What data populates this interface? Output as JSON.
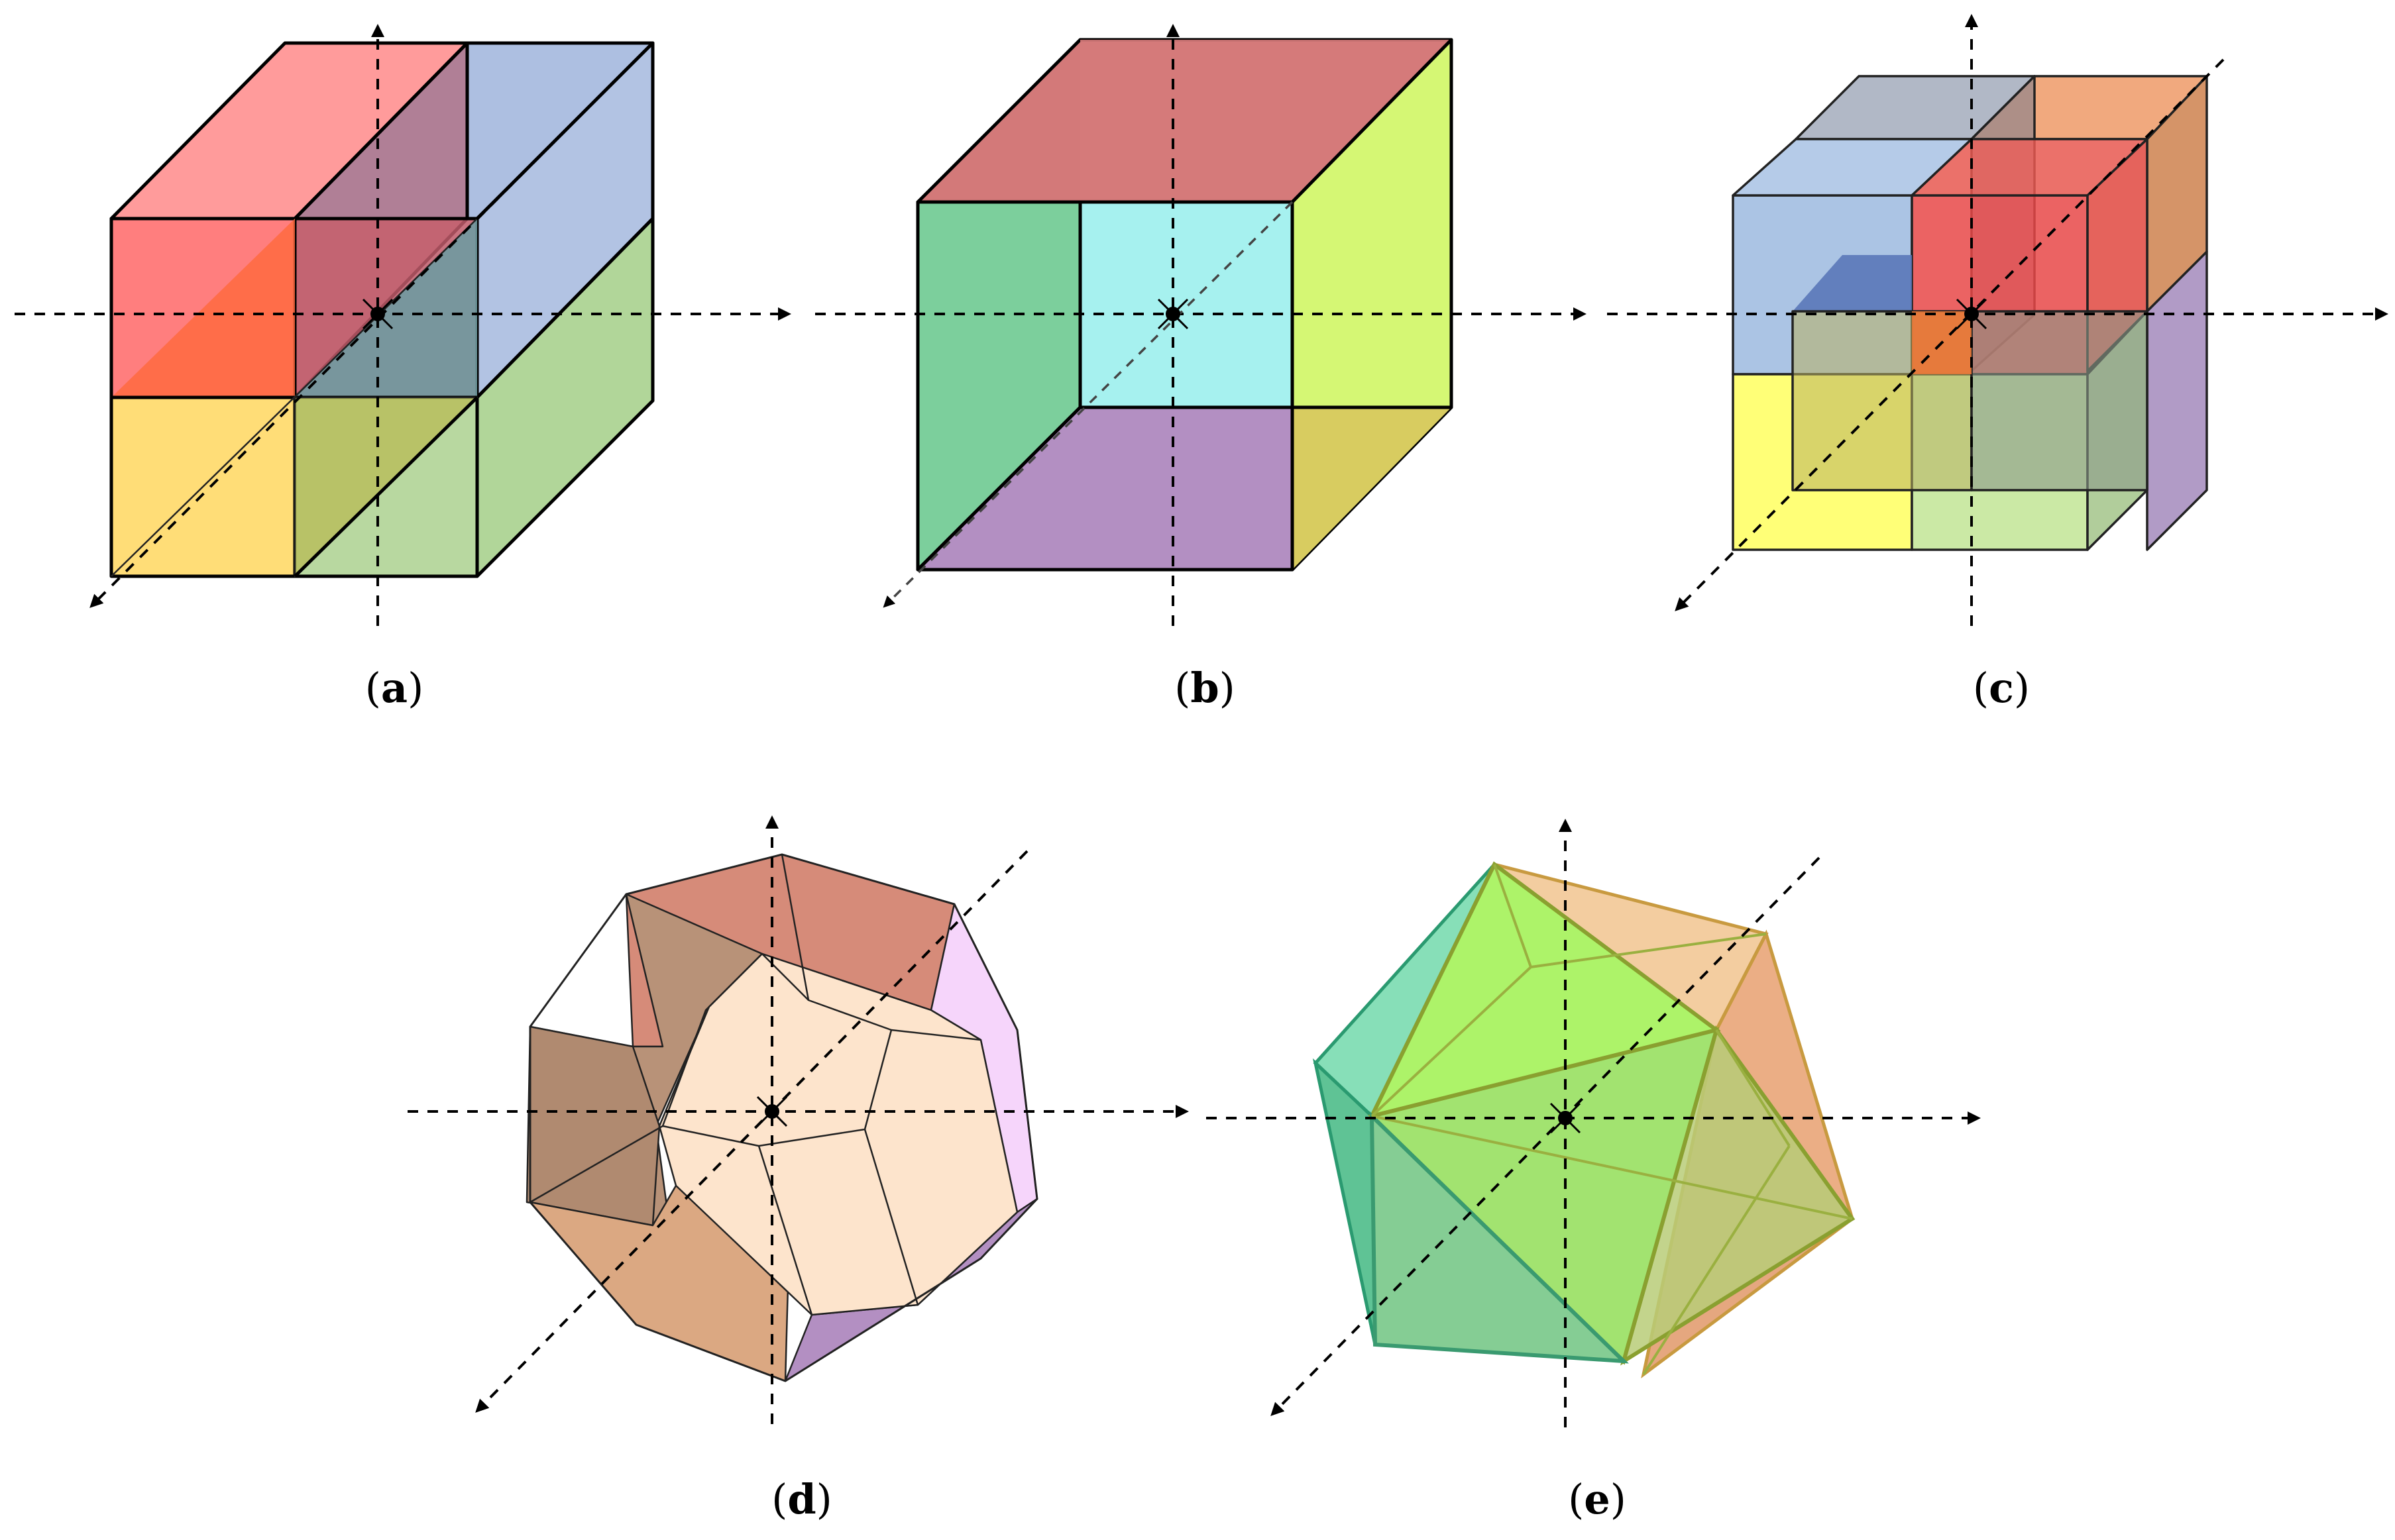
{
  "panels": [
    {
      "id": "a",
      "label": "a",
      "open": "(",
      "close": ")"
    },
    {
      "id": "b",
      "label": "b",
      "open": "(",
      "close": ")"
    },
    {
      "id": "c",
      "label": "c",
      "open": "(",
      "close": ")"
    },
    {
      "id": "d",
      "label": "d",
      "open": "(",
      "close": ")"
    },
    {
      "id": "e",
      "label": "e",
      "open": "(",
      "close": ")"
    }
  ],
  "colors": {
    "red": "#ff8a8a",
    "blue": "#9fb4dc",
    "yellow": "#ffdd77",
    "green": "#a9d18e",
    "cyan": "#a6f1ef",
    "lime": "#d5f774",
    "purple": "#b38fc2",
    "teal_green": "#7ccf9c",
    "dodeca_front": "#fde4cc",
    "dodeca_top": "#d68b79",
    "dodeca_left": "#b89278",
    "dodeca_bottom": "#dba882",
    "dodeca_right": "#f6d5fb",
    "ico_green": "#a6f25c",
    "ico_orange": "#e8a878"
  },
  "icons": [
    "origin-marker-icon",
    "arrow-head-icon"
  ]
}
